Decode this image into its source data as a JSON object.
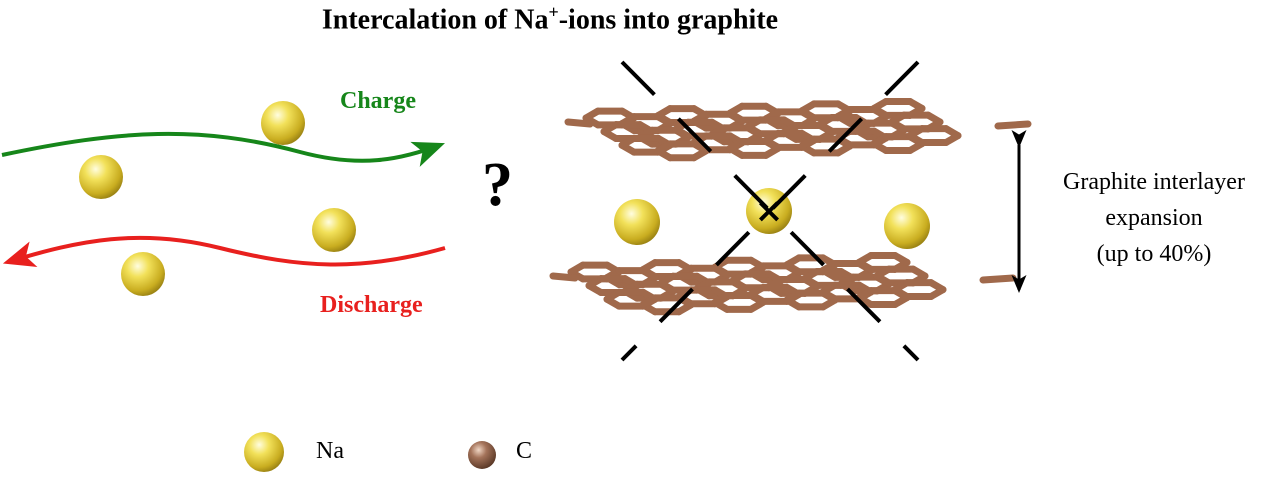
{
  "title": {
    "main": "Intercalation of Na",
    "sup": "+",
    "rest": "-ions into graphite"
  },
  "arrows": {
    "charge_label": "Charge",
    "discharge_label": "Discharge",
    "charge_color": "#16861a",
    "discharge_color": "#e8201e"
  },
  "question_mark": "?",
  "blocked_symbol": "×",
  "expansion": {
    "line1": "Graphite interlayer",
    "line2": "expansion",
    "line3": "(up to 40%)"
  },
  "legend": [
    {
      "label": "Na",
      "color": "#e6d23c"
    },
    {
      "label": "C",
      "color": "#8a5a3c"
    }
  ],
  "colors": {
    "na_atom": "#e6d23c",
    "carbon_bond": "#a0694b",
    "carbon_dark": "#6e4630"
  }
}
